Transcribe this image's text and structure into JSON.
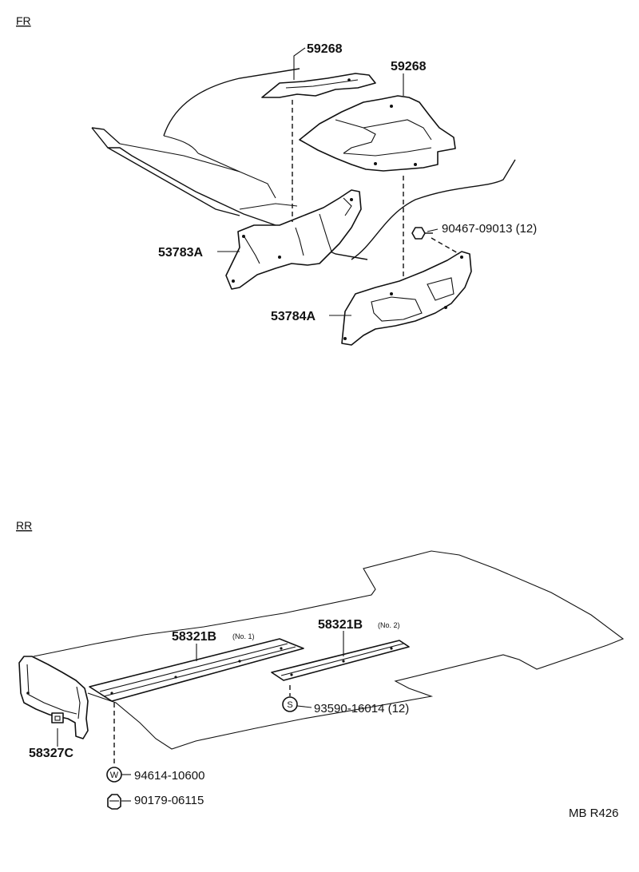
{
  "sections": {
    "front": "FR",
    "rear": "RR"
  },
  "front": {
    "label_59268_left": "59268",
    "label_59268_right": "59268",
    "label_53783A": "53783A",
    "label_53784A": "53784A",
    "label_bolt": "90467-09013 (12)"
  },
  "rear": {
    "label_58321B_no1": "58321B",
    "label_58321B_no1_sub": "(No. 1)",
    "label_58321B_no2": "58321B",
    "label_58321B_no2_sub": "(No. 2)",
    "label_screw": "93590-16014 (12)",
    "screw_symbol": "S",
    "label_58327C": "58327C",
    "label_washer": "94614-10600",
    "washer_symbol": "W",
    "label_nut": "90179-06115"
  },
  "footer": {
    "code": "MB R426"
  }
}
